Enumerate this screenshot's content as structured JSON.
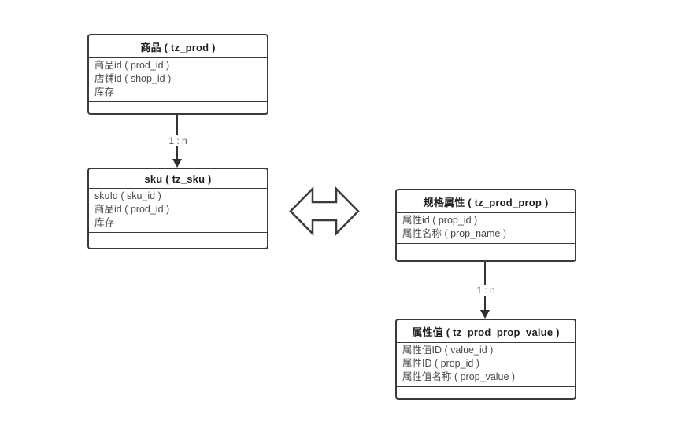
{
  "diagram": {
    "entities": [
      {
        "title": "商品 ( tz_prod )",
        "fields": [
          "商品id ( prod_id )",
          "店铺id ( shop_id )",
          "库存"
        ]
      },
      {
        "title": "sku ( tz_sku )",
        "fields": [
          "skuId ( sku_id )",
          "商品id ( prod_id )",
          "库存"
        ]
      },
      {
        "title": "规格属性 ( tz_prod_prop )",
        "fields": [
          "属性id ( prop_id )",
          "属性名称 ( prop_name )"
        ]
      },
      {
        "title": "属性值 ( tz_prod_prop_value )",
        "fields": [
          "属性值ID ( value_id )",
          "属性ID ( prop_id )",
          "属性值名称 ( prop_value )"
        ]
      }
    ],
    "connectors": [
      {
        "label": "1 : n"
      },
      {
        "label": "1 : n"
      }
    ],
    "colors": {
      "border": "#3a3a3a",
      "header_text": "#1f1f1f",
      "field_text": "#4a4a4a",
      "label_text": "#595959",
      "background": "#ffffff"
    }
  }
}
